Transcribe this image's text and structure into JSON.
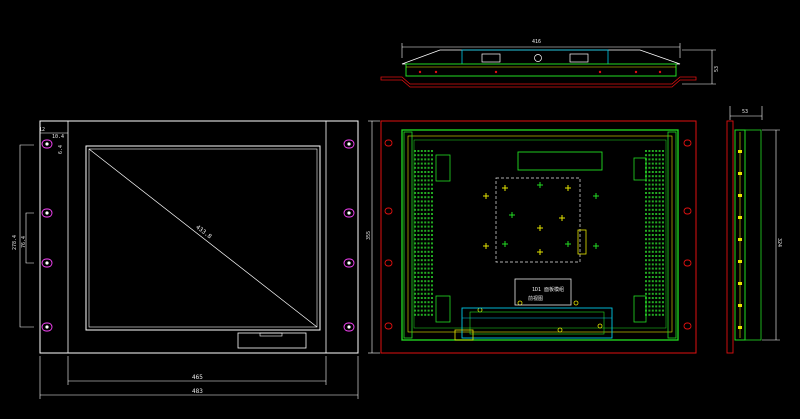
{
  "colors": {
    "background": "#000000",
    "outline": "#ffffff",
    "frame": "#e01010",
    "board": "#22dd22",
    "accent": "#e6e600",
    "cyan": "#00c8e6",
    "dims": "#d8d8d8"
  },
  "front_view": {
    "dim_width_inner": "465",
    "dim_width_outer": "483",
    "dim_height_left": "278.4",
    "dim_hole_pitch": "76.4",
    "dim_top_small": "10.4",
    "dim_top_tiny": "12",
    "dim_side_small": "6.4",
    "dim_diagonal": "433.8"
  },
  "rear_view": {
    "dim_height": "355",
    "label_line1": "1D1 面板模组",
    "label_line2": "前视图"
  },
  "top_view": {
    "dim_width": "416",
    "dim_depth": "53"
  },
  "side_view": {
    "dim_depth_top": "53",
    "dim_height": "324"
  }
}
